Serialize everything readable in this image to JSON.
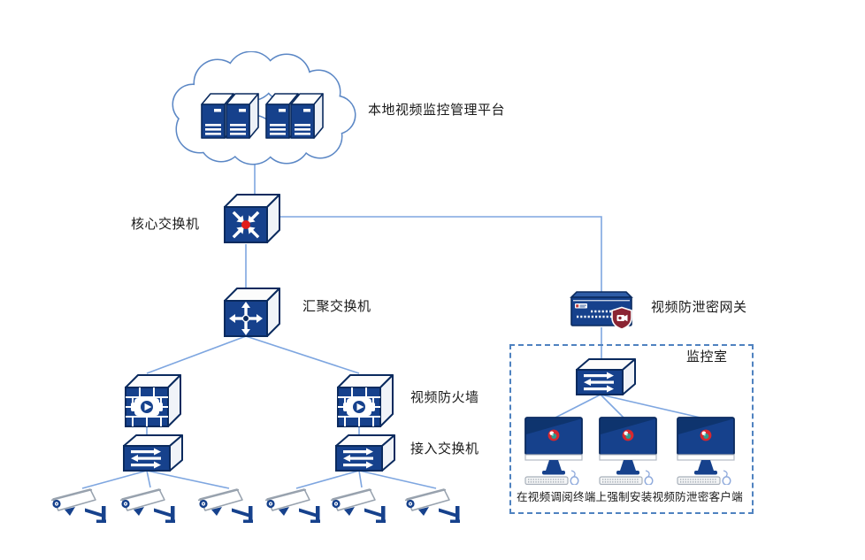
{
  "diagram_type": "network-topology",
  "labels": {
    "platform": "本地视频监控管理平台",
    "core_switch": "核心交换机",
    "aggregation_switch": "汇聚交换机",
    "video_firewall": "视频防火墙",
    "access_switch": "接入交换机",
    "leak_gateway": "视频防泄密网关",
    "monitoring_room": "监控室",
    "client_note": "在视频调阅终端上强制安装视频防泄密客户端"
  },
  "counts": {
    "cloud_server_stacks": 2,
    "video_firewalls": 2,
    "access_switches": 2,
    "cameras": 6,
    "monitoring_terminals": 3
  },
  "colors": {
    "device_navy": "#16418C",
    "device_outline": "#0A2A5E",
    "connection_line": "#7EA6E0",
    "cloud_outline": "#5B87C5",
    "room_dashed_border": "#4F82C0",
    "core_red_dot": "#E21B1B",
    "shield_maroon": "#8B2433",
    "client_logo_red": "#D7282F",
    "client_logo_green": "#2E9B8F"
  },
  "icons": {
    "cloud": "cloud-outline",
    "servers": "rack-server-pair",
    "core_switch": "cube-arrows-inward-red-dot",
    "aggregation_switch": "cube-arrows-outward",
    "video_firewall": "brick-wall-cube-with-video-camera",
    "access_switch": "box-with-double-arrows",
    "leak_gateway": "rack-appliance-with-shield-badge",
    "camera": "cctv-bullet-camera",
    "monitor": "desktop-monitor-keyboard-mouse-with-client-logo"
  },
  "topology": {
    "connections": [
      [
        "platform_cloud",
        "core_switch"
      ],
      [
        "core_switch",
        "aggregation_switch"
      ],
      [
        "core_switch",
        "leak_gateway"
      ],
      [
        "aggregation_switch",
        "video_firewall_left"
      ],
      [
        "aggregation_switch",
        "video_firewall_right"
      ],
      [
        "video_firewall_left",
        "access_switch_left"
      ],
      [
        "video_firewall_right",
        "access_switch_right"
      ],
      [
        "access_switch_left",
        "cameras_1_to_3"
      ],
      [
        "access_switch_right",
        "cameras_4_to_6"
      ],
      [
        "leak_gateway",
        "monitoring_room_switch"
      ],
      [
        "monitoring_room_switch",
        "monitors_1_to_3"
      ]
    ]
  }
}
